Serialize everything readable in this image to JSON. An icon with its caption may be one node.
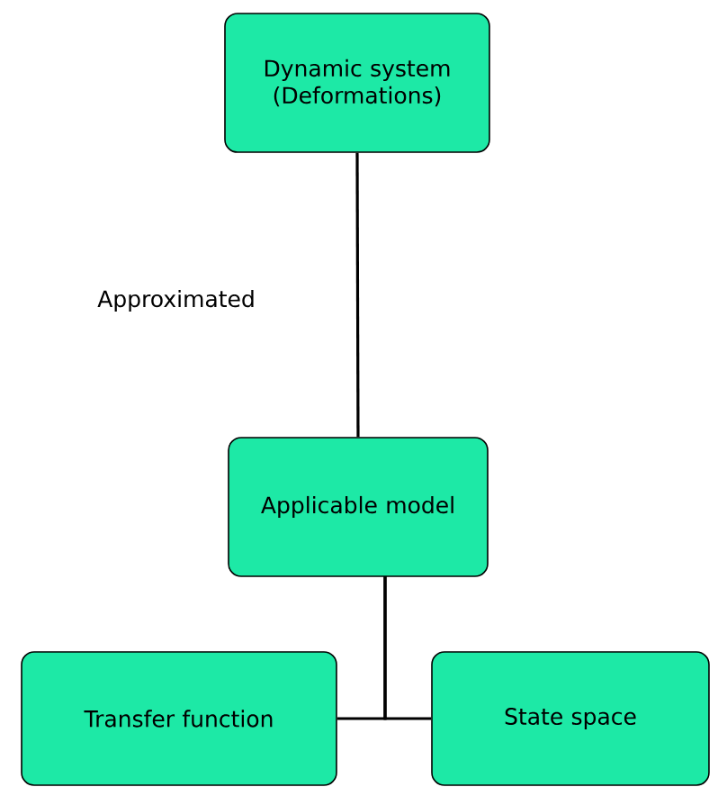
{
  "diagram": {
    "nodes": [
      {
        "text": [
          "Dynamic system (Deformations)"
        ]
      },
      {
        "text": [
          "Applicable model"
        ]
      },
      {
        "text": [
          "Transfer function"
        ]
      },
      {
        "text": [
          "State space"
        ]
      }
    ],
    "edges": [
      {
        "from": 0,
        "to": 1,
        "arrow": "none",
        "label": "Approximated"
      },
      {
        "from": 1,
        "to": 2,
        "arrow": "none"
      },
      {
        "from": 1,
        "to": 3,
        "arrow": "none"
      }
    ]
  }
}
